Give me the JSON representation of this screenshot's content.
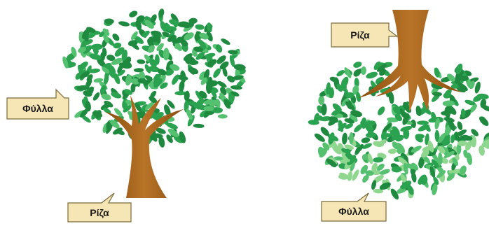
{
  "colors": {
    "leaf_dark": "#1f8a3f",
    "leaf_mid": "#2aa24f",
    "leaf_light": "#55c070",
    "leaf_pale": "#8fd68f",
    "trunk": "#9b5b16",
    "trunk_light": "#b87428",
    "callout_fill": "#f6e6b5",
    "callout_stroke": "#7a6a3a"
  },
  "left_tree": {
    "callout_leaves": "Φύλλα",
    "callout_root": "Ρίζα"
  },
  "right_tree": {
    "callout_root": "Ρίζα",
    "callout_leaves": "Φύλλα"
  }
}
